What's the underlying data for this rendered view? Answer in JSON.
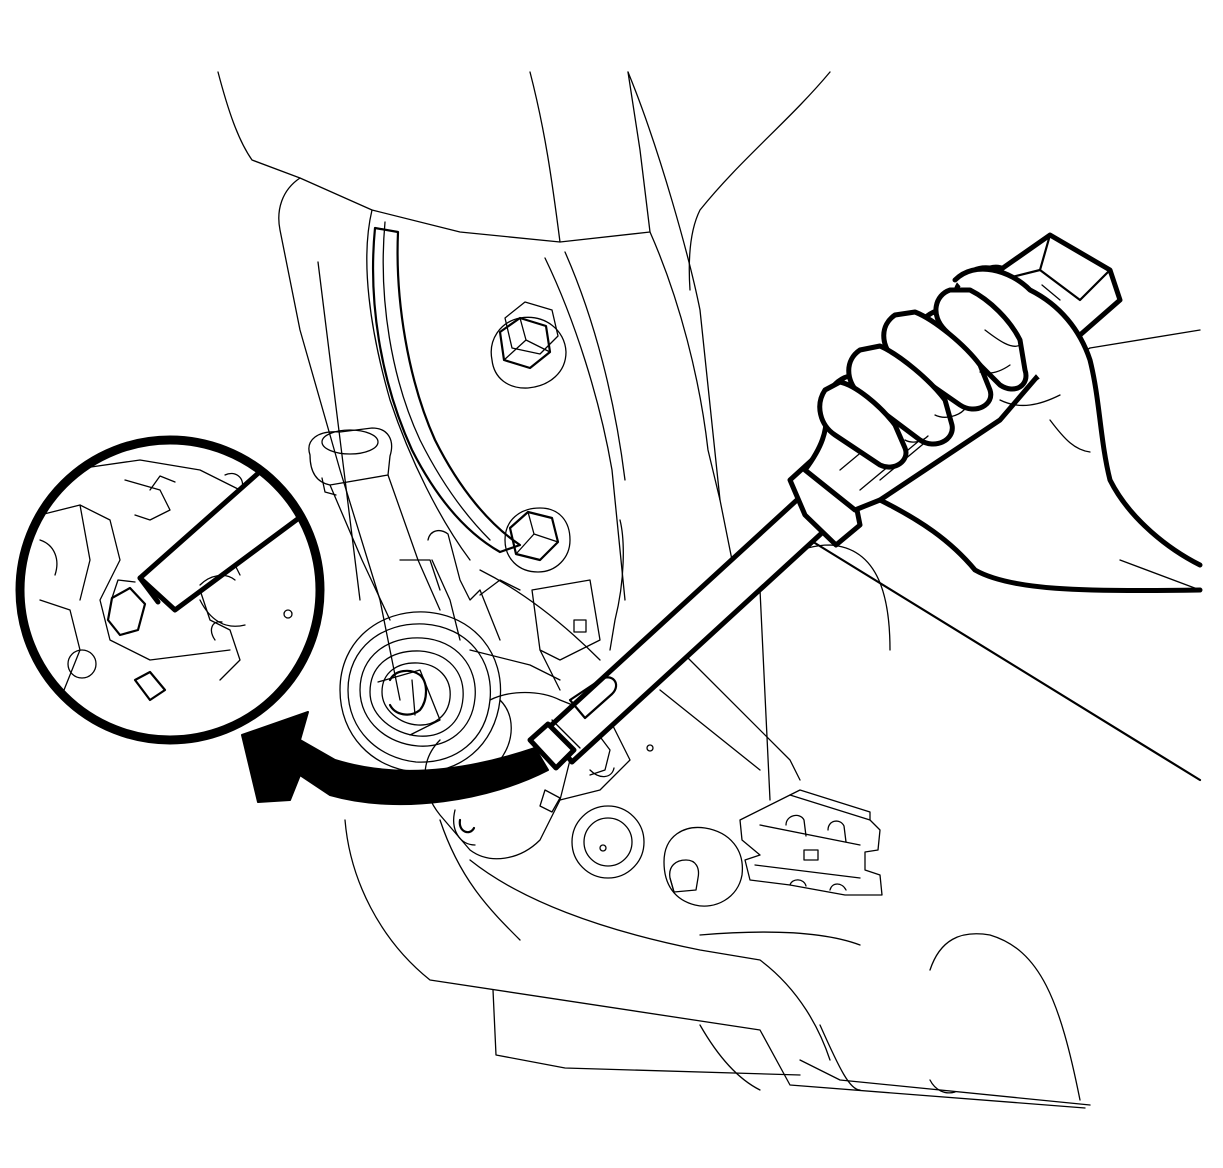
{
  "figure": {
    "kind": "service-procedure-line-drawing",
    "colors": {
      "ink": "#000000",
      "paper": "#ffffff"
    },
    "parts": [
      "seat-side-trim-panel",
      "recliner-mechanism",
      "recliner-spiral-spring",
      "mounting-bolt-upper",
      "mounting-bolt-lower",
      "cable-clip",
      "flat-blade-screwdriver",
      "technician-hand",
      "detail-magnifier-inset",
      "callout-arrow"
    ]
  }
}
